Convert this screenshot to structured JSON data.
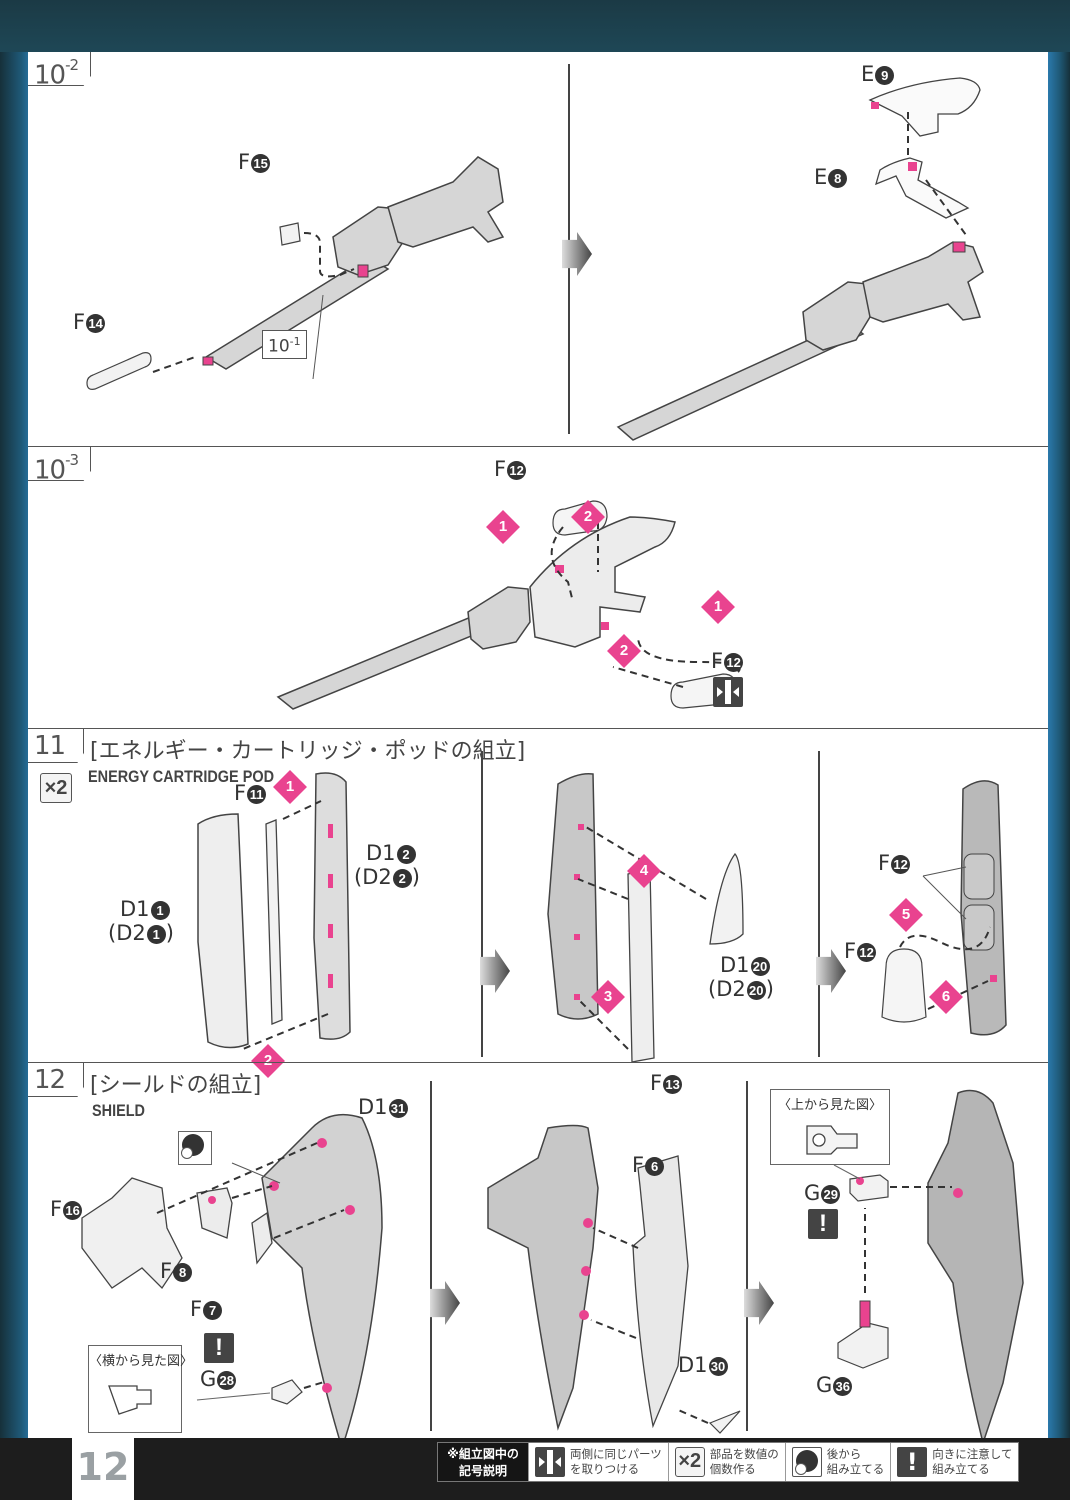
{
  "page": {
    "number": "12",
    "accent_color": "#e9438f",
    "frame_color": "#1f5a78"
  },
  "steps": {
    "s10_2": {
      "id_main": "10",
      "id_sub": "-2",
      "ref_label_main": "10",
      "ref_label_sub": "-1",
      "parts": {
        "f15": {
          "letter": "F",
          "num": "15"
        },
        "f14": {
          "letter": "F",
          "num": "14"
        },
        "e9": {
          "letter": "E",
          "num": "9"
        },
        "e8": {
          "letter": "E",
          "num": "8"
        }
      }
    },
    "s10_3": {
      "id_main": "10",
      "id_sub": "-3",
      "parts": {
        "f12_top": {
          "letter": "F",
          "num": "12"
        },
        "f12_bottom": {
          "letter": "F",
          "num": "12"
        }
      },
      "order_badges": [
        "1",
        "2",
        "1",
        "2"
      ]
    },
    "s11": {
      "id": "11",
      "title_jp": "[エネルギー・カートリッジ・ポッドの組立]",
      "title_en": "ENERGY CARTRIDGE POD",
      "quantity_badge": "×2",
      "parts": {
        "f11": {
          "letter": "F",
          "num": "11"
        },
        "d1_2": {
          "letter": "D1",
          "num": "2"
        },
        "d2_2": {
          "letter": "(D2",
          "num": "2",
          "suffix": ")"
        },
        "d1_1": {
          "letter": "D1",
          "num": "1"
        },
        "d2_1": {
          "letter": "(D2",
          "num": "1",
          "suffix": ")"
        },
        "d1_20": {
          "letter": "D1",
          "num": "20"
        },
        "d2_20": {
          "letter": "(D2",
          "num": "20",
          "suffix": ")"
        },
        "f13": {
          "letter": "F",
          "num": "13"
        },
        "f12_a": {
          "letter": "F",
          "num": "12"
        },
        "f12_b": {
          "letter": "F",
          "num": "12"
        }
      },
      "order_badges": [
        "1",
        "2",
        "4",
        "3",
        "5",
        "6"
      ]
    },
    "s12": {
      "id": "12",
      "title_jp": "[シールドの組立]",
      "title_en": "SHIELD",
      "side_view_caption": "〈横から見た図〉",
      "top_view_caption": "〈上から見た図〉",
      "warning_mark": "!",
      "parts": {
        "d1_31": {
          "letter": "D1",
          "num": "31"
        },
        "f16": {
          "letter": "F",
          "num": "16"
        },
        "f8": {
          "letter": "F",
          "num": "8"
        },
        "f7": {
          "letter": "F",
          "num": "7"
        },
        "g28": {
          "letter": "G",
          "num": "28"
        },
        "f6": {
          "letter": "F",
          "num": "6"
        },
        "d1_30": {
          "letter": "D1",
          "num": "30"
        },
        "g29": {
          "letter": "G",
          "num": "29"
        },
        "g36": {
          "letter": "G",
          "num": "36"
        }
      }
    }
  },
  "legend": {
    "heading_line1": "※組立図中の",
    "heading_line2": "記号説明",
    "items": [
      {
        "icon": "both-sides-icon",
        "line1": "両側に同じパーツ",
        "line2": "を取りつける"
      },
      {
        "icon": "multiply-x2-icon",
        "badge": "×2",
        "line1": "部品を数値の",
        "line2": "個数作る"
      },
      {
        "icon": "assemble-later-icon",
        "line1": "後から",
        "line2": "組み立てる"
      },
      {
        "icon": "warning-icon",
        "badge": "!",
        "line1": "向きに注意して",
        "line2": "組み立てる"
      }
    ]
  }
}
